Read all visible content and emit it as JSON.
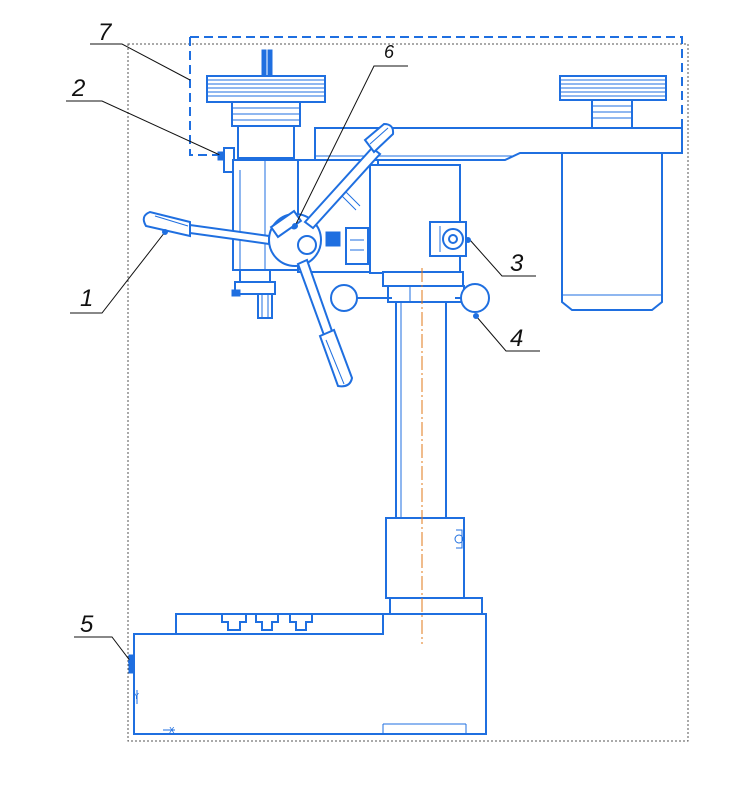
{
  "callouts": [
    {
      "id": "1",
      "label": "1"
    },
    {
      "id": "2",
      "label": "2"
    },
    {
      "id": "3",
      "label": "3"
    },
    {
      "id": "4",
      "label": "4"
    },
    {
      "id": "5",
      "label": "5"
    },
    {
      "id": "6",
      "label": "6"
    },
    {
      "id": "7",
      "label": "7"
    }
  ],
  "axis_marks": {
    "y": "Y",
    "x": "X"
  },
  "colors": {
    "line": "#1f6fe0",
    "centerline": "#e07a1a",
    "leader": "#111111",
    "frame": "#555555"
  }
}
